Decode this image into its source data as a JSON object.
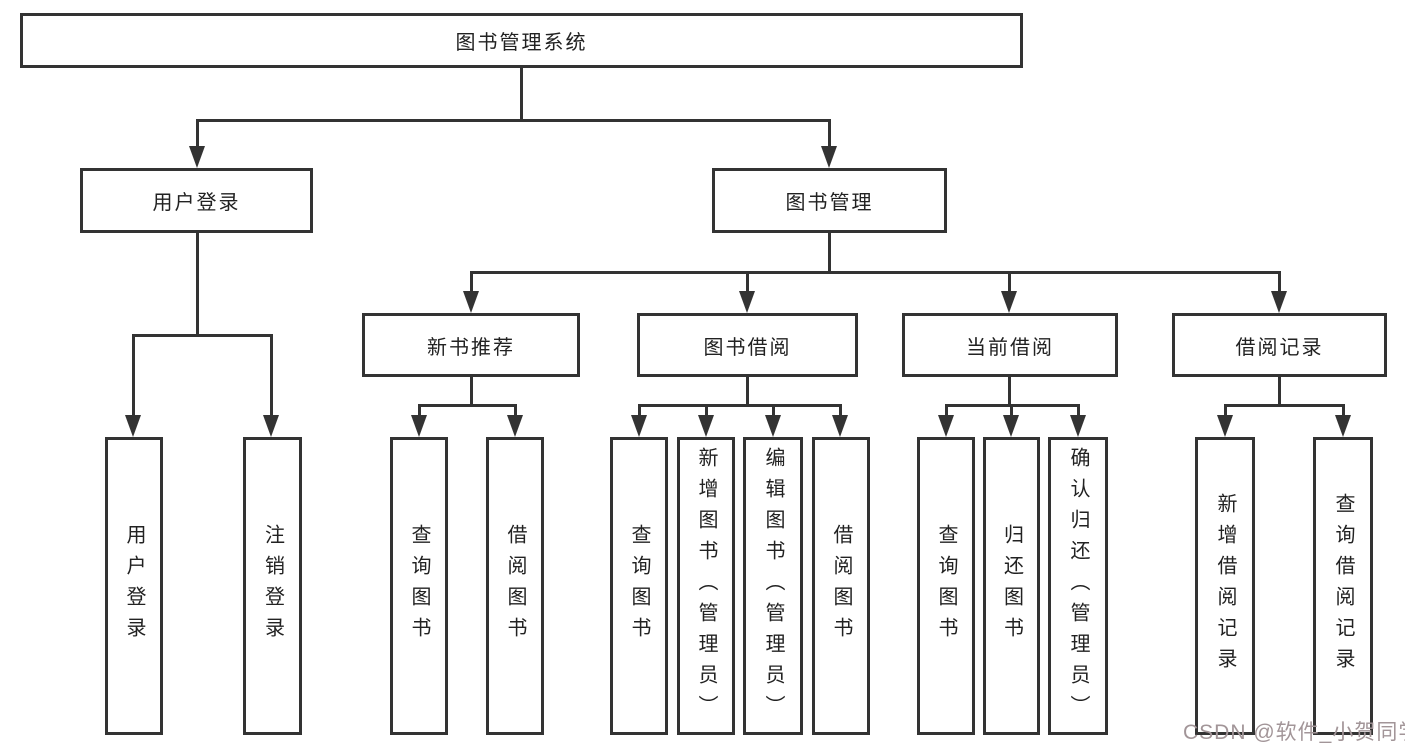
{
  "diagram": {
    "root": {
      "label": "图书管理系统"
    },
    "level2": [
      {
        "label": "用户登录"
      },
      {
        "label": "图书管理"
      }
    ],
    "level3": [
      {
        "label": "新书推荐"
      },
      {
        "label": "图书借阅"
      },
      {
        "label": "当前借阅"
      },
      {
        "label": "借阅记录"
      }
    ],
    "leaves": {
      "login": [
        "用户登录",
        "注销登录"
      ],
      "newbook": [
        "查询图书",
        "借阅图书"
      ],
      "borrow": [
        "查询图书",
        "新增图书（管理员）",
        "编辑图书（管理员）",
        "借阅图书"
      ],
      "current": [
        "查询图书",
        "归还图书",
        "确认归还（管理员）"
      ],
      "records": [
        "新增借阅记录",
        "查询借阅记录"
      ]
    }
  },
  "watermark": {
    "text": "CSDN @软件_小贺同学"
  },
  "colors": {
    "line": "#333333",
    "text": "#222222",
    "watermark": "#a29598",
    "background": "#ffffff"
  }
}
